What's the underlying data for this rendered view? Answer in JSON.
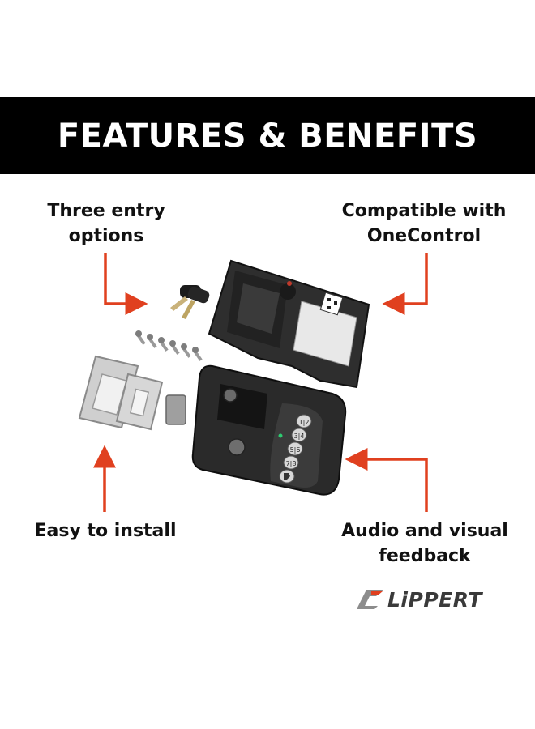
{
  "banner": {
    "title": "FEATURES & BENEFITS"
  },
  "callouts": {
    "entry": {
      "line1": "Three entry",
      "line2": "options"
    },
    "compat": {
      "line1": "Compatible with",
      "line2": "OneControl"
    },
    "install": {
      "line1": "Easy to install"
    },
    "audio": {
      "line1": "Audio and visual",
      "line2": "feedback"
    }
  },
  "keypad": {
    "buttons": [
      "1|2",
      "3|4",
      "5|6",
      "7|8"
    ]
  },
  "brand": {
    "name": "LiPPERT"
  },
  "colors": {
    "arrow": "#e0401f",
    "banner": "#000000",
    "text": "#111111",
    "logo": "#3a3a3a"
  }
}
